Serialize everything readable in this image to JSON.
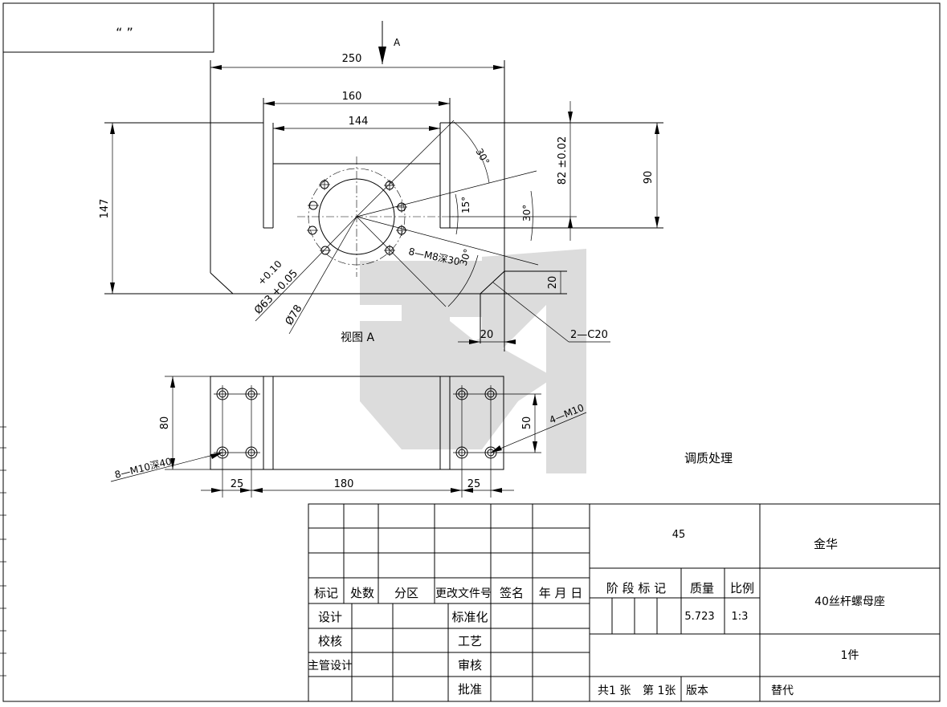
{
  "title_block_label": "“ ”",
  "view_arrow_label": "A",
  "view_name": "视图 A",
  "note": "调质处理",
  "dims": {
    "d250": "250",
    "d160": "160",
    "d144": "144",
    "d147": "147",
    "d90": "90",
    "d82": "82 ±0.02",
    "a30_top": "30°",
    "a15": "15°",
    "a30_right": "30°",
    "a30_low": "30°",
    "holes_m8": "8—M8深30",
    "tol_plus": "+0.10",
    "tol_dia": "Ø63 +0.05",
    "dia78": "Ø78",
    "d20_v": "20",
    "d20_h": "20",
    "chamfer": "2—C20",
    "d80": "80",
    "d50": "50",
    "m10": "4—M10",
    "m10_deep": "8—M10深40",
    "b25_left": "25",
    "b180": "180",
    "b25_right": "25"
  },
  "table": {
    "material": "45",
    "company": "金华",
    "part_name": "40丝杆螺母座",
    "quantity": "1件",
    "h_mark": "标记",
    "h_count": "处数",
    "h_zone": "分区",
    "h_docno": "更改文件号",
    "h_sign": "签名",
    "h_date": "年 月 日",
    "h_stage": "阶 段 标 记",
    "h_mass": "质量",
    "h_scale": "比例",
    "mass": "5.723",
    "scale": "1:3",
    "r_design": "设计",
    "r_check": "校核",
    "r_chief": "主管设计",
    "r_std": "标准化",
    "r_process": "工艺",
    "r_review": "审核",
    "r_approve": "批准",
    "sheets": "共1 张",
    "sheet_no": "第 1张",
    "version": "版本",
    "replace": "替代"
  }
}
